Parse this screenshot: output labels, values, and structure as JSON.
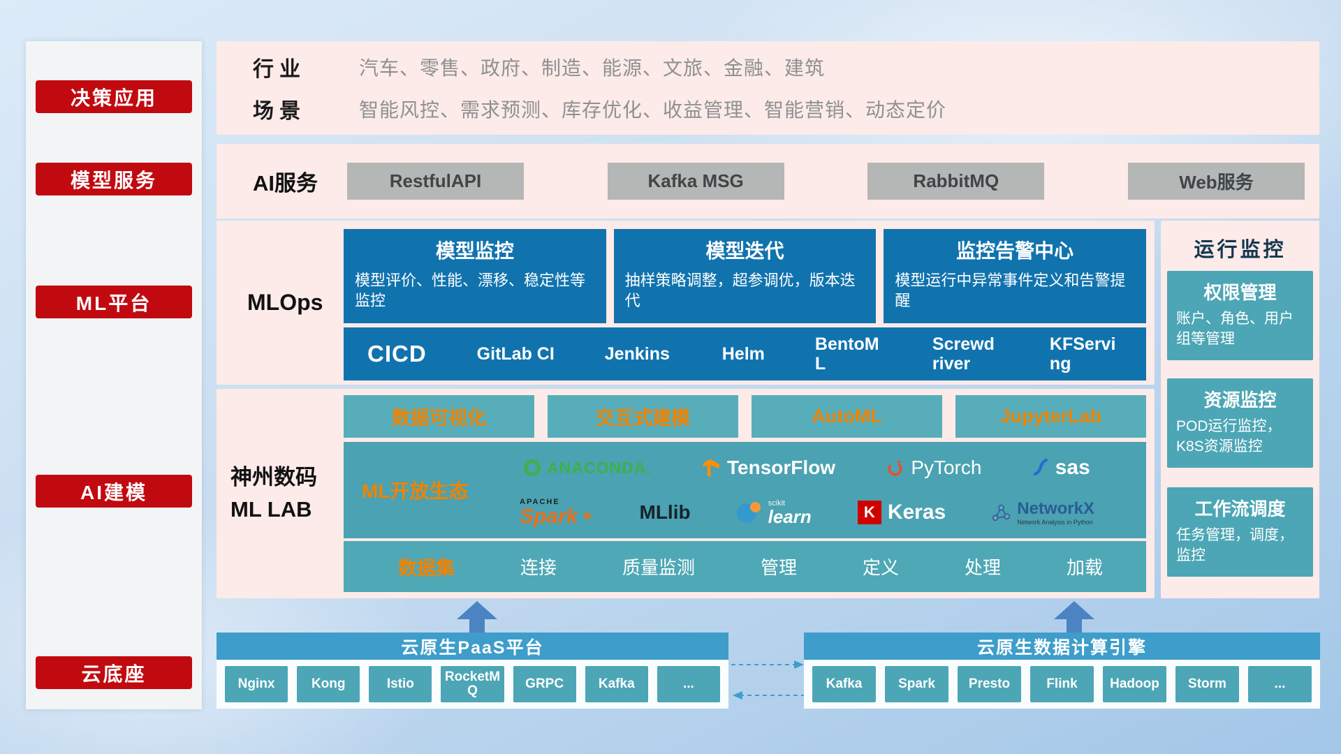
{
  "colors": {
    "brand_red": "#c10a10",
    "panel_pink": "#fcebe8",
    "card_blue": "#1173ae",
    "teal": "#4ca6b5",
    "orange_accent": "#f08300",
    "bar_blue": "#3e9dca"
  },
  "icons": {
    "spark_star": "★"
  },
  "sidebar": {
    "items": [
      {
        "label": "决策应用"
      },
      {
        "label": "模型服务"
      },
      {
        "label": "ML平台"
      },
      {
        "label": "AI建模"
      },
      {
        "label": "云底座"
      }
    ]
  },
  "decision": {
    "rows": [
      {
        "label": "行业",
        "value": "汽车、零售、政府、制造、能源、文旅、金融、建筑"
      },
      {
        "label": "场景",
        "value": "智能风控、需求预测、库存优化、收益管理、智能营销、动态定价"
      }
    ]
  },
  "ai_service": {
    "label": "AI服务",
    "buttons": [
      "RestfulAPI",
      "Kafka MSG",
      "RabbitMQ",
      "Web服务"
    ]
  },
  "mlops": {
    "label": "MLOps",
    "cards": [
      {
        "title": "模型监控",
        "desc": "模型评价、性能、漂移、稳定性等监控"
      },
      {
        "title": "模型迭代",
        "desc": "抽样策略调整，超参调优，版本迭代"
      },
      {
        "title": "监控告警中心",
        "desc": "模型运行中异常事件定义和告警提醒"
      }
    ],
    "cicd": {
      "label": "CICD",
      "tools": [
        "GitLab CI",
        "Jenkins",
        "Helm",
        "BentoML",
        "Screwdriver",
        "KFServing"
      ]
    }
  },
  "mllab": {
    "label_line1": "神州数码",
    "label_line2": "ML LAB",
    "top_tools": [
      "数据可视化",
      "交互式建模",
      "AutoML",
      "JupyterLab"
    ],
    "ecosystem": {
      "label": "ML开放生态",
      "logos": [
        {
          "name": "Anaconda",
          "text": "ANACONDA."
        },
        {
          "name": "TensorFlow",
          "text": "TensorFlow"
        },
        {
          "name": "PyTorch",
          "text": "PyTorch"
        },
        {
          "name": "SAS",
          "text": "sas"
        },
        {
          "name": "Apache Spark",
          "sup": "APACHE",
          "text": "Spark"
        },
        {
          "name": "MLlib",
          "text": "MLlib"
        },
        {
          "name": "scikit-learn",
          "sup": "scikit",
          "text": "learn"
        },
        {
          "name": "Keras",
          "badge": "K",
          "text": "Keras"
        },
        {
          "name": "NetworkX",
          "text": "NetworkX",
          "sub": "Network Analysis in Python"
        }
      ]
    },
    "dataset": {
      "label": "数据集",
      "items": [
        "连接",
        "质量监测",
        "管理",
        "定义",
        "处理",
        "加载"
      ]
    }
  },
  "monitoring": {
    "title": "运行监控",
    "cards": [
      {
        "title": "权限管理",
        "desc": "账户、角色、用户组等管理"
      },
      {
        "title": "资源监控",
        "desc": "POD运行监控，K8S资源监控"
      },
      {
        "title": "工作流调度",
        "desc": "任务管理，调度，监控"
      }
    ]
  },
  "cloud": {
    "paas": {
      "title": "云原生PaaS平台",
      "items": [
        "Nginx",
        "Kong",
        "Istio",
        "RocketMQ",
        "GRPC",
        "Kafka",
        "..."
      ]
    },
    "engine": {
      "title": "云原生数据计算引擎",
      "items": [
        "Kafka",
        "Spark",
        "Presto",
        "Flink",
        "Hadoop",
        "Storm",
        "..."
      ]
    }
  }
}
